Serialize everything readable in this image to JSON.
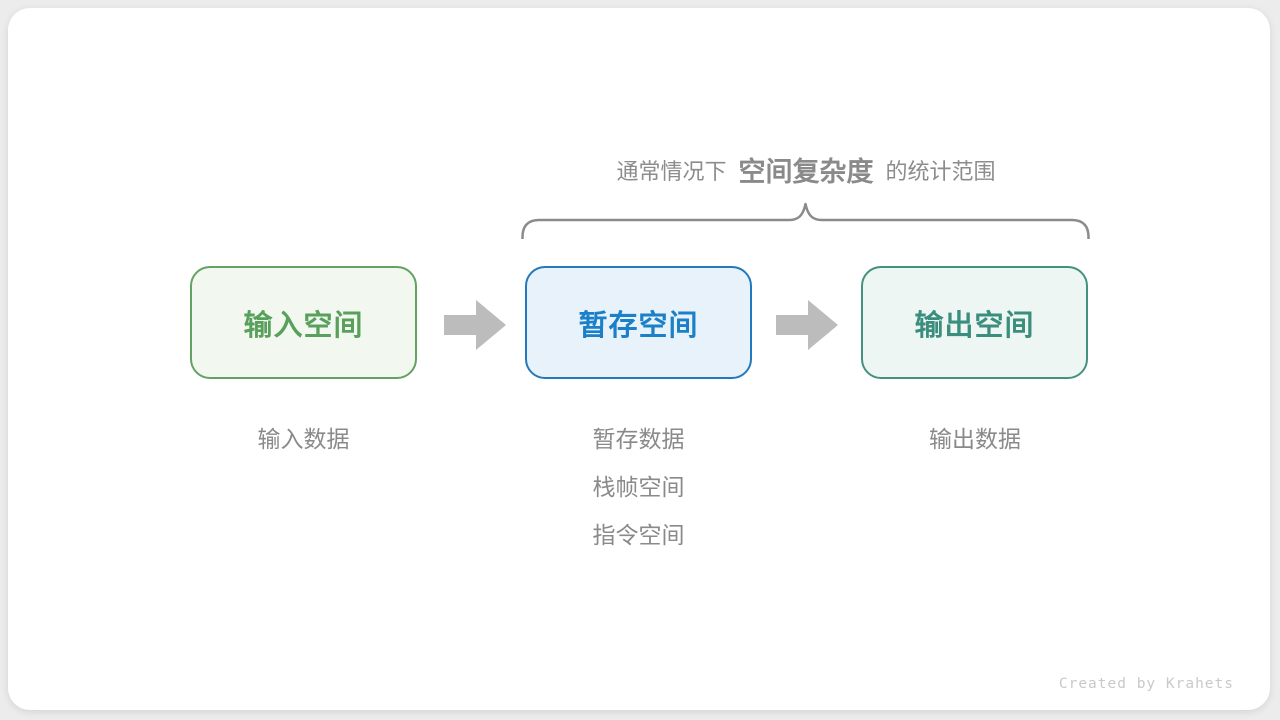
{
  "annotation": {
    "prefix": "通常情况下",
    "emphasis": "空间复杂度",
    "suffix": "的统计范围"
  },
  "boxes": [
    {
      "label": "输入空间",
      "theme": "green",
      "text_color": "#58a05c",
      "border_color": "#63a263",
      "bg_color": "#f2f8ef"
    },
    {
      "label": "暂存空间",
      "theme": "blue",
      "text_color": "#1b80c8",
      "border_color": "#2279bd",
      "bg_color": "#e8f2fb"
    },
    {
      "label": "输出空间",
      "theme": "teal",
      "text_color": "#3b8d7e",
      "border_color": "#44917f",
      "bg_color": "#edf6f2"
    }
  ],
  "notes": {
    "input": [
      "输入数据"
    ],
    "temp": [
      "暂存数据",
      "栈帧空间",
      "指令空间"
    ],
    "output": [
      "输出数据"
    ]
  },
  "colors": {
    "arrow": "#bcbcbc",
    "brace": "#8b8b8b",
    "annotation_text": "#8c8c8c",
    "note_text": "#8a8a8a",
    "canvas_bg": "#ececec",
    "card_bg": "#ffffff",
    "watermark_text": "#c9c9c9"
  },
  "watermark": "Created by Krahets"
}
